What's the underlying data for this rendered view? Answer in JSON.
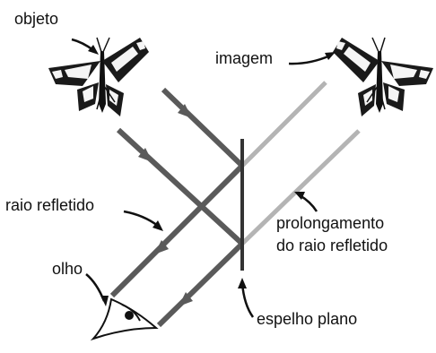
{
  "labels": {
    "object": "objeto",
    "image": "imagem",
    "reflected_ray": "raio refletido",
    "extension_line1": "prolongamento",
    "extension_line2": "do raio refletido",
    "eye": "olho",
    "mirror": "espelho plano"
  },
  "colors": {
    "ray": "#5a5a5a",
    "extension": "#b4b4b4",
    "mirror": "#333333",
    "ink": "#111111"
  },
  "icons": {
    "object": "butterfly-icon",
    "image": "butterfly-icon",
    "eye": "eye-icon"
  }
}
